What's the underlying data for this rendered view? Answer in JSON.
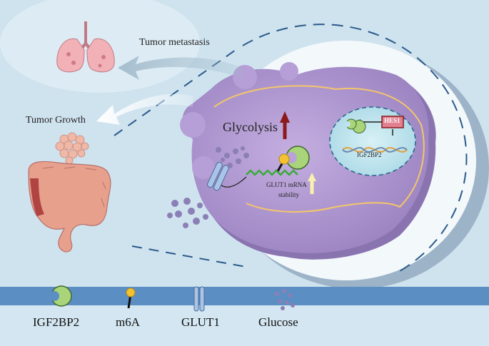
{
  "labels": {
    "tumor_metastasis": "Tumor metastasis",
    "tumor_growth": "Tumor Growth",
    "glycolysis": "Glycolysis",
    "hes1": "HES1",
    "igf2bp2_nucleus": "IGF2BP2",
    "glut1_mrna": "GLUT1 mRNA",
    "stability": "stability"
  },
  "legend": {
    "igf2bp2": "IGF2BP2",
    "m6a": "m6A",
    "glut1": "GLUT1",
    "glucose": "Glucose"
  },
  "colors": {
    "background": "#cfe3ef",
    "legend_band": "#5b8fc4",
    "cell": "#b39ad0",
    "cell_shadow": "#8d76b3",
    "igf2bp2": "#a9d47a",
    "m6a_head": "#f2c230",
    "mrna": "#3aaa3a",
    "glucose": "#8b7fb6",
    "up_arrow_red": "#8b1a1a",
    "hes1_box": "#e08090"
  }
}
